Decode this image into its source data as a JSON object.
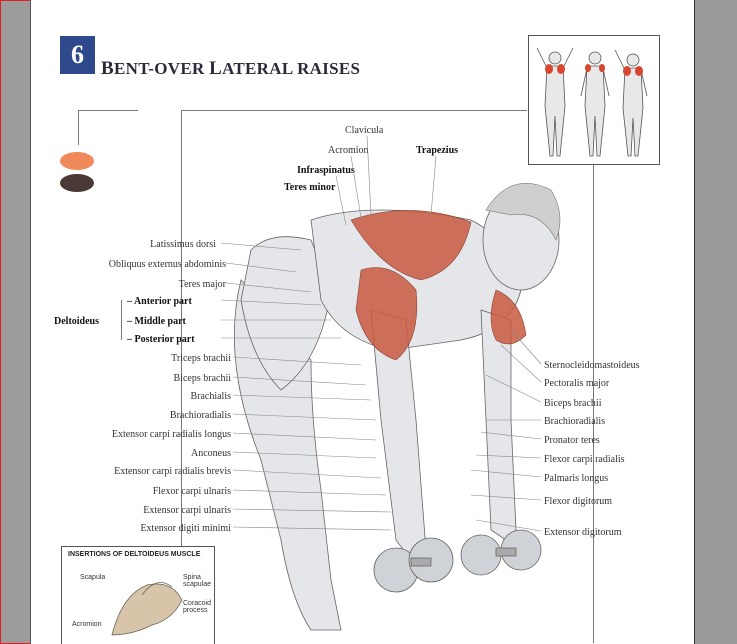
{
  "page": {
    "exercise_number": "6",
    "title_parts": [
      "B",
      "ENT-OVER ",
      "L",
      "ATERAL RAISES"
    ]
  },
  "colors": {
    "number_box": "#2e4a8c",
    "primary_muscle_swatch": "#f08a5a",
    "secondary_muscle_swatch": "#4a3a36",
    "highlight_muscle": "#c85a40"
  },
  "top_labels": [
    "Clavicula",
    "Acromion",
    "Infraspinatus",
    "Trapezius",
    "Teres minor"
  ],
  "left_labels": [
    "Latissimus dorsi",
    "Obliquus externus abdominis",
    "Teres major",
    "– Anterior part",
    "– Middle part",
    "– Posterior part",
    "Triceps brachii",
    "Biceps brachii",
    "Brachialis",
    "Brachioradialis",
    "Extensor carpi radialis longus",
    "Anconeus",
    "Extensor carpi radialis brevis",
    "Flexor carpi ulnaris",
    "Extensor carpi ulnaris",
    "Extensor digiti minimi"
  ],
  "group_label": "Deltoideus",
  "right_labels": [
    "Sternocleidomastoideus",
    "Pectoralis major",
    "Biceps brachii",
    "Brachioradialis",
    "Pronator teres",
    "Flexor carpi radialis",
    "Palmaris longus",
    "Flexor digitorum",
    "Extensor digitorum"
  ],
  "inset": {
    "title": "INSERTIONS OF DELTOIDEUS MUSCLE",
    "labels": [
      "Scapula",
      "Spina scapulae",
      "Coracoid process",
      "Acromion"
    ]
  }
}
